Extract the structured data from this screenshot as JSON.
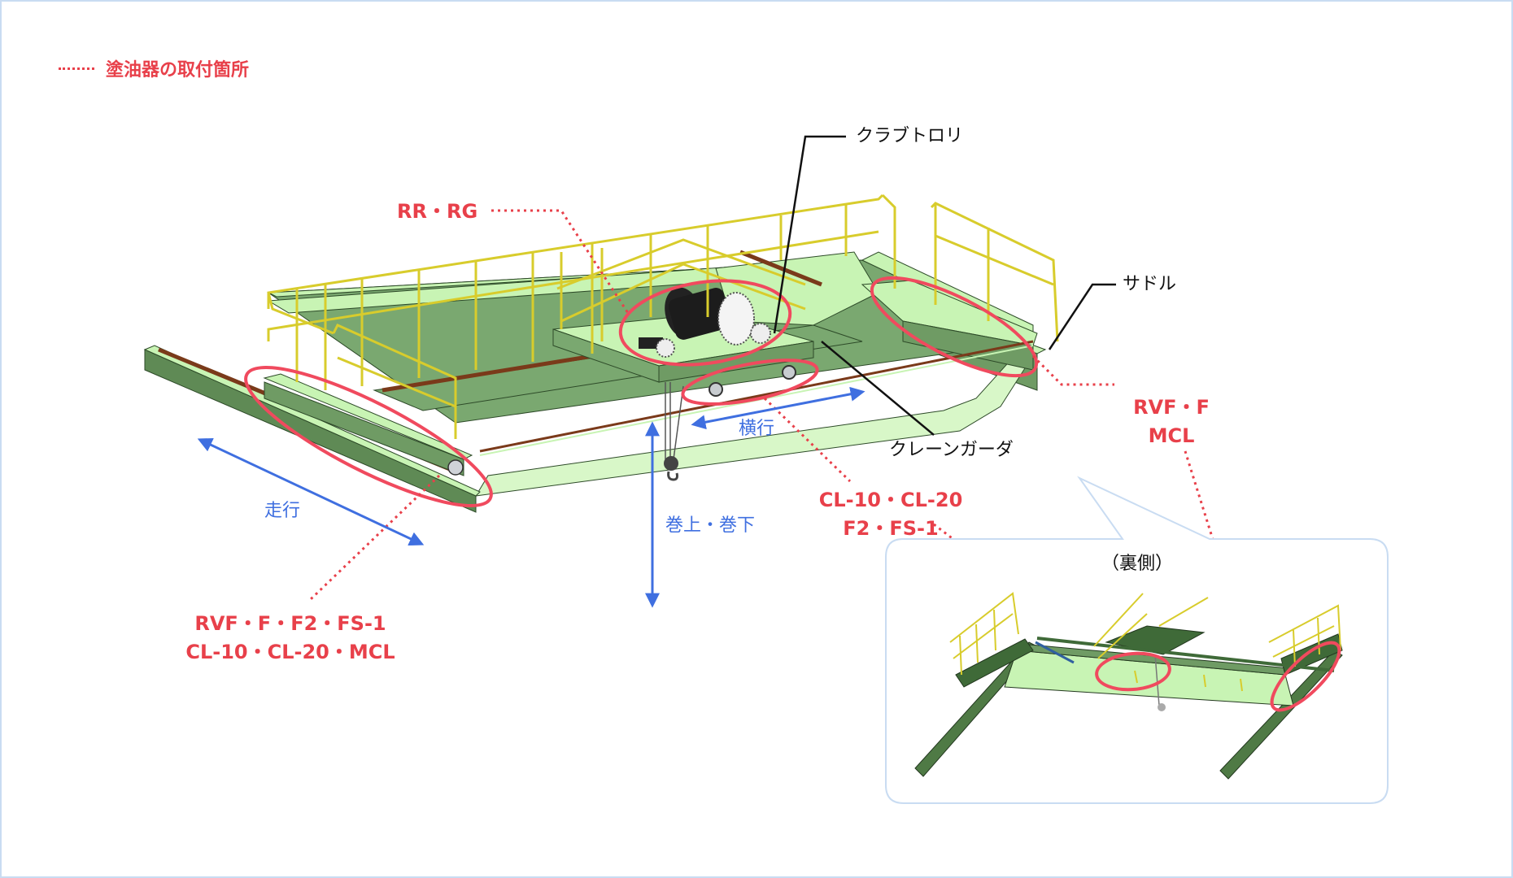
{
  "legend": {
    "line_style": "dotted",
    "label": "塗油器の取付箇所",
    "color": "#e8404a"
  },
  "component_labels": {
    "crab_trolley": "クラブトロリ",
    "saddle": "サドル",
    "crane_girder": "クレーンガーダ"
  },
  "motion_labels": {
    "travel": "走行",
    "traverse": "横行",
    "hoist": "巻上・巻下"
  },
  "lubricator_labels": {
    "rail_top": "RR・RG",
    "saddle_right_line1": "RVF・F",
    "saddle_right_line2": "MCL",
    "trolley_wheels_line1": "CL-10・CL-20",
    "trolley_wheels_line2": "F2・FS-1",
    "saddle_left_line1": "RVF・F・F2・FS-1",
    "saddle_left_line2": "CL-10・CL-20・MCL"
  },
  "inset": {
    "title": "（裏側）"
  },
  "colors": {
    "accent_red": "#e8404a",
    "motion_blue": "#3f6fe0",
    "frame_border": "#c9dcf2",
    "deck_light_green": "#c8f4b4",
    "girder_green": "#7aa870",
    "beam_dark_green": "#5f8a55",
    "rail_brown": "#7a3a1a",
    "railing_yellow": "#e0d43a"
  }
}
